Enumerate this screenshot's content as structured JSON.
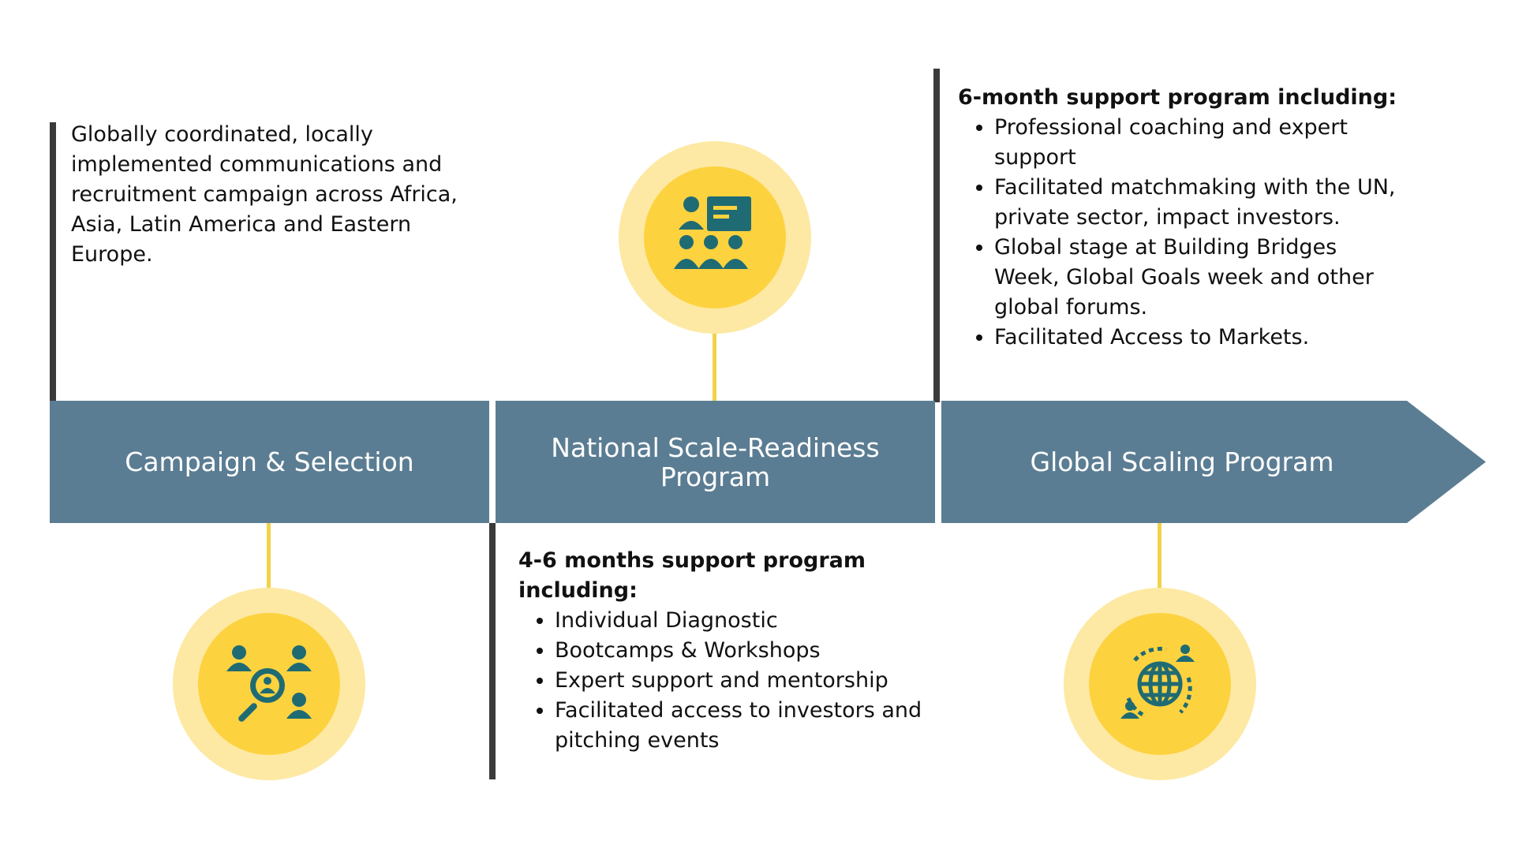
{
  "colors": {
    "bar": "#5b7d93",
    "accent_yellow": "#fdd23f",
    "light_yellow": "#fde9a3",
    "icon_teal": "#1f6b73",
    "divider": "#3a3a3a"
  },
  "stages": [
    {
      "title": "Campaign & Selection",
      "icon": "people-search-icon",
      "description": "Globally coordinated, locally implemented communications and recruitment campaign across Africa, Asia, Latin America and Eastern Europe."
    },
    {
      "title": "National Scale-Readiness Program",
      "icon": "presentation-audience-icon",
      "heading": "4-6 months support program including:",
      "items": [
        "Individual Diagnostic",
        "Bootcamps & Workshops",
        "Expert support and mentorship",
        "Facilitated access to investors and pitching events"
      ]
    },
    {
      "title": "Global Scaling Program",
      "icon": "global-network-icon",
      "heading": "6-month support program including:",
      "items": [
        "Professional coaching and expert support",
        "Facilitated matchmaking with the UN, private sector, impact investors.",
        "Global stage at Building Bridges Week, Global Goals week and other global forums.",
        "Facilitated Access to Markets."
      ]
    }
  ]
}
